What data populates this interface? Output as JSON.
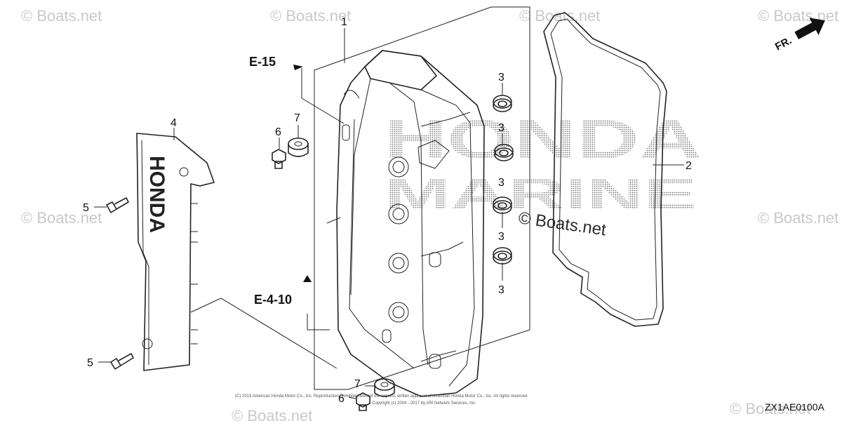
{
  "watermarks": {
    "brand": "© Boats.net",
    "center": "© Boats.net"
  },
  "overlay_brand": {
    "line1": "HONDA",
    "line2": "MARINE"
  },
  "direction": {
    "label": "FR."
  },
  "callouts": {
    "p1": "1",
    "p2": "2",
    "p3a": "3",
    "p3b": "3",
    "p3c": "3",
    "p3d": "3",
    "p3e": "3",
    "p4": "4",
    "p5a": "5",
    "p5b": "5",
    "p6a": "6",
    "p6b": "6",
    "p7a": "7",
    "p7b": "7"
  },
  "refs": {
    "ref1": "E-15",
    "ref2": "E-4-10"
  },
  "cover_logo": "HONDA",
  "diagram_code": "ZX1AE0100A",
  "copyright": {
    "line1": "(C) 2013 American Honda Motor Co., Inc. Reproduction prohibited without the express written approval of American Honda Motor Co., Inc. All rights reserved.",
    "line2": "Copyright (c) 2004 - 2017 by ARI Network Services, Inc."
  },
  "colors": {
    "line": "#222222",
    "watermark": "#c9c9c9",
    "background": "#ffffff"
  }
}
